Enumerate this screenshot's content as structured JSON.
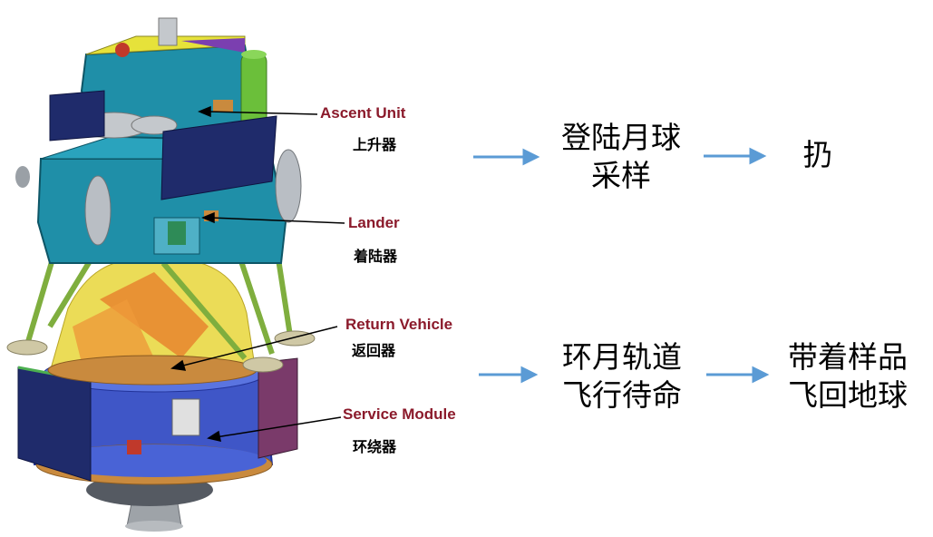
{
  "spacecraft": {
    "parts": [
      {
        "name_en": "Ascent Unit",
        "name_zh": "上升器"
      },
      {
        "name_en": "Lander",
        "name_zh": "着陆器"
      },
      {
        "name_en": "Return Vehicle",
        "name_zh": "返回器"
      },
      {
        "name_en": "Service Module",
        "name_zh": "环绕器"
      }
    ]
  },
  "flow_top": {
    "step1_line1": "登陆月球",
    "step1_line2": "采样",
    "step2": "扔"
  },
  "flow_bottom": {
    "step1_line1": "环月轨道",
    "step1_line2": "飞行待命",
    "step2_line1": "带着样品",
    "step2_line2": "飞回地球"
  },
  "colors": {
    "label_en": "#8b1a2b",
    "flow_arrow": "#5b9bd5",
    "module_teal": "#1f8fa8",
    "return_vehicle": "#e7d63a",
    "service_module": "#3f56c7",
    "solar_panel": "#1f2b6b"
  }
}
